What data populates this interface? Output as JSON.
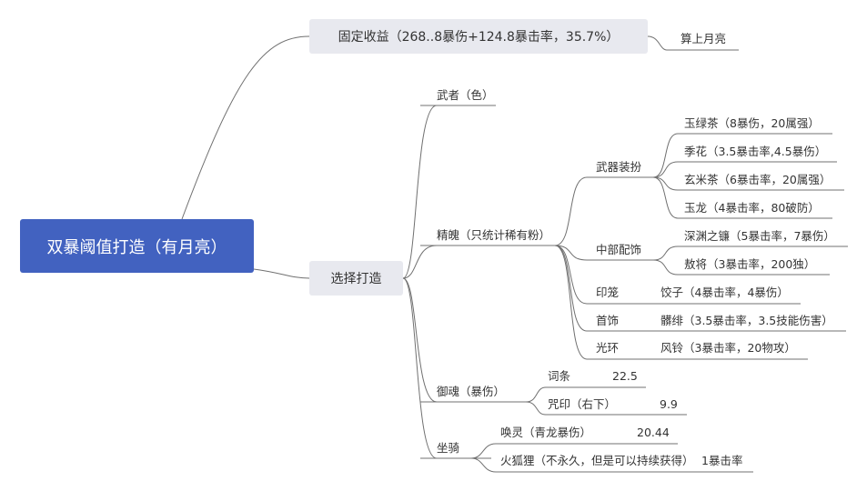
{
  "root": {
    "label": "双暴阈值打造（有月亮）"
  },
  "fixed": {
    "label": "固定收益（268..8暴伤+124.8暴击率，35.7%）",
    "note": "算上月亮"
  },
  "build": {
    "label": "选择打造",
    "wuzhe": "武者（色）",
    "jingpo": {
      "label": "精魄（只统计稀有粉）",
      "weapon": {
        "label": "武器装扮",
        "items": [
          "玉绿茶（8暴伤，20属强）",
          "季花（3.5暴击率,4.5暴伤）",
          "玄米茶（6暴击率，20属强）",
          "玉龙（4暴击率，80破防）"
        ]
      },
      "middle": {
        "label": "中部配饰",
        "items": [
          "深渊之镰（5暴击率，7暴伤）",
          "敖将（3暴击率，200独）"
        ]
      },
      "yinlong": {
        "label": "印笼",
        "item": "饺子（4暴击率，4暴伤）"
      },
      "shoushi": {
        "label": "首饰",
        "item": "髒绯（3.5暴击率，3.5技能伤害）"
      },
      "guanghuan": {
        "label": "光环",
        "item": "风铃（3暴击率，20物攻）"
      }
    },
    "yuhun": {
      "label": "御魂（暴伤）",
      "items": [
        {
          "label": "词条",
          "value": "22.5"
        },
        {
          "label": "咒印（右下）",
          "value": "9.9"
        }
      ]
    },
    "zuoqi": {
      "label": "坐骑",
      "items": [
        {
          "label": "唤灵（青龙暴伤）",
          "value": "20.44"
        },
        {
          "label": "火狐狸（不永久，但是可以持续获得）",
          "value": "1暴击率"
        }
      ]
    }
  }
}
